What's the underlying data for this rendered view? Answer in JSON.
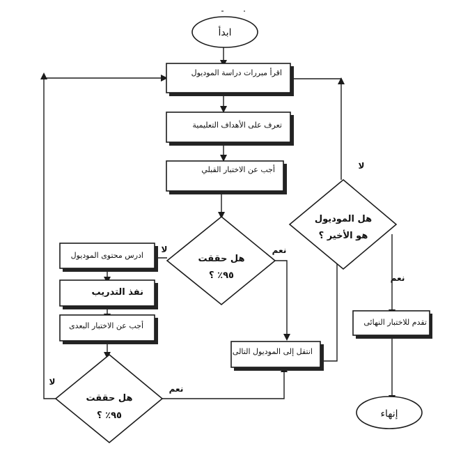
{
  "diagram": {
    "start": "ابدأ",
    "read_module": "اقرأ مبررات دراسة الموديول",
    "objectives": "تعرف على الأهداف التعليمية",
    "pretest": "أجب عن الاختبار القبلي",
    "decision1_line1": "هل حققت",
    "decision1_line2": "٩٥٪ ؟",
    "study_content": "ادرس محتوى الموديول",
    "training": "نفذ التدريب",
    "posttest": "أجب عن الاختبار البعدى",
    "decision2_line1": "هل حققت",
    "decision2_line2": "٩٥٪ ؟",
    "next_module": "انتقل إلى الموديول التالى",
    "last_module_line1": "هل الموديول",
    "last_module_line2": "هو الأخير ؟",
    "final_test": "تقدم للاختبار النهائى",
    "end": "إنهاء",
    "branch_no_1": "لا",
    "branch_yes_1": "نعم",
    "branch_no_2": "لا",
    "branch_yes_2": "نعم",
    "branch_no_3": "لا",
    "branch_yes_3": "نعم"
  }
}
